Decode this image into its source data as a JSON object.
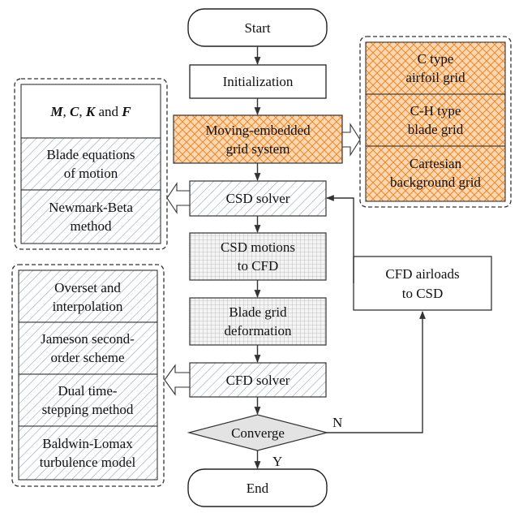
{
  "flow": {
    "start": "Start",
    "initialization": "Initialization",
    "moving_grid": [
      "Moving-embedded",
      "grid system"
    ],
    "csd_solver": "CSD solver",
    "csd_motions": [
      "CSD motions",
      "to CFD"
    ],
    "blade_deform": [
      "Blade grid",
      "deformation"
    ],
    "cfd_solver": "CFD solver",
    "converge": "Converge",
    "end": "End",
    "cfd_airloads": [
      "CFD airloads",
      "to CSD"
    ],
    "label_no": "N",
    "label_yes": "Y"
  },
  "grid_group": {
    "items": [
      [
        "C type",
        "airfoil grid"
      ],
      [
        "C-H type",
        "blade grid"
      ],
      [
        "Cartesian",
        "background grid"
      ]
    ]
  },
  "csd_group": {
    "matrices": [
      "M",
      ", ",
      "C",
      ", ",
      "K",
      " and ",
      "F"
    ],
    "items": [
      [
        "Blade equations",
        "of motion"
      ],
      [
        "Newmark-Beta",
        "method"
      ]
    ]
  },
  "cfd_group": {
    "items": [
      [
        "Overset and",
        "interpolation"
      ],
      [
        "Jameson second-",
        "order scheme"
      ],
      [
        "Dual time-",
        "stepping method"
      ],
      [
        "Baldwin-Lomax",
        "turbulence model"
      ]
    ]
  },
  "colors": {
    "orange_fill": "#f7a35c",
    "hatch_blue": "#8fa6c4",
    "grid_gray": "#b5b5b5",
    "diamond_fill": "#e3e3e3"
  }
}
